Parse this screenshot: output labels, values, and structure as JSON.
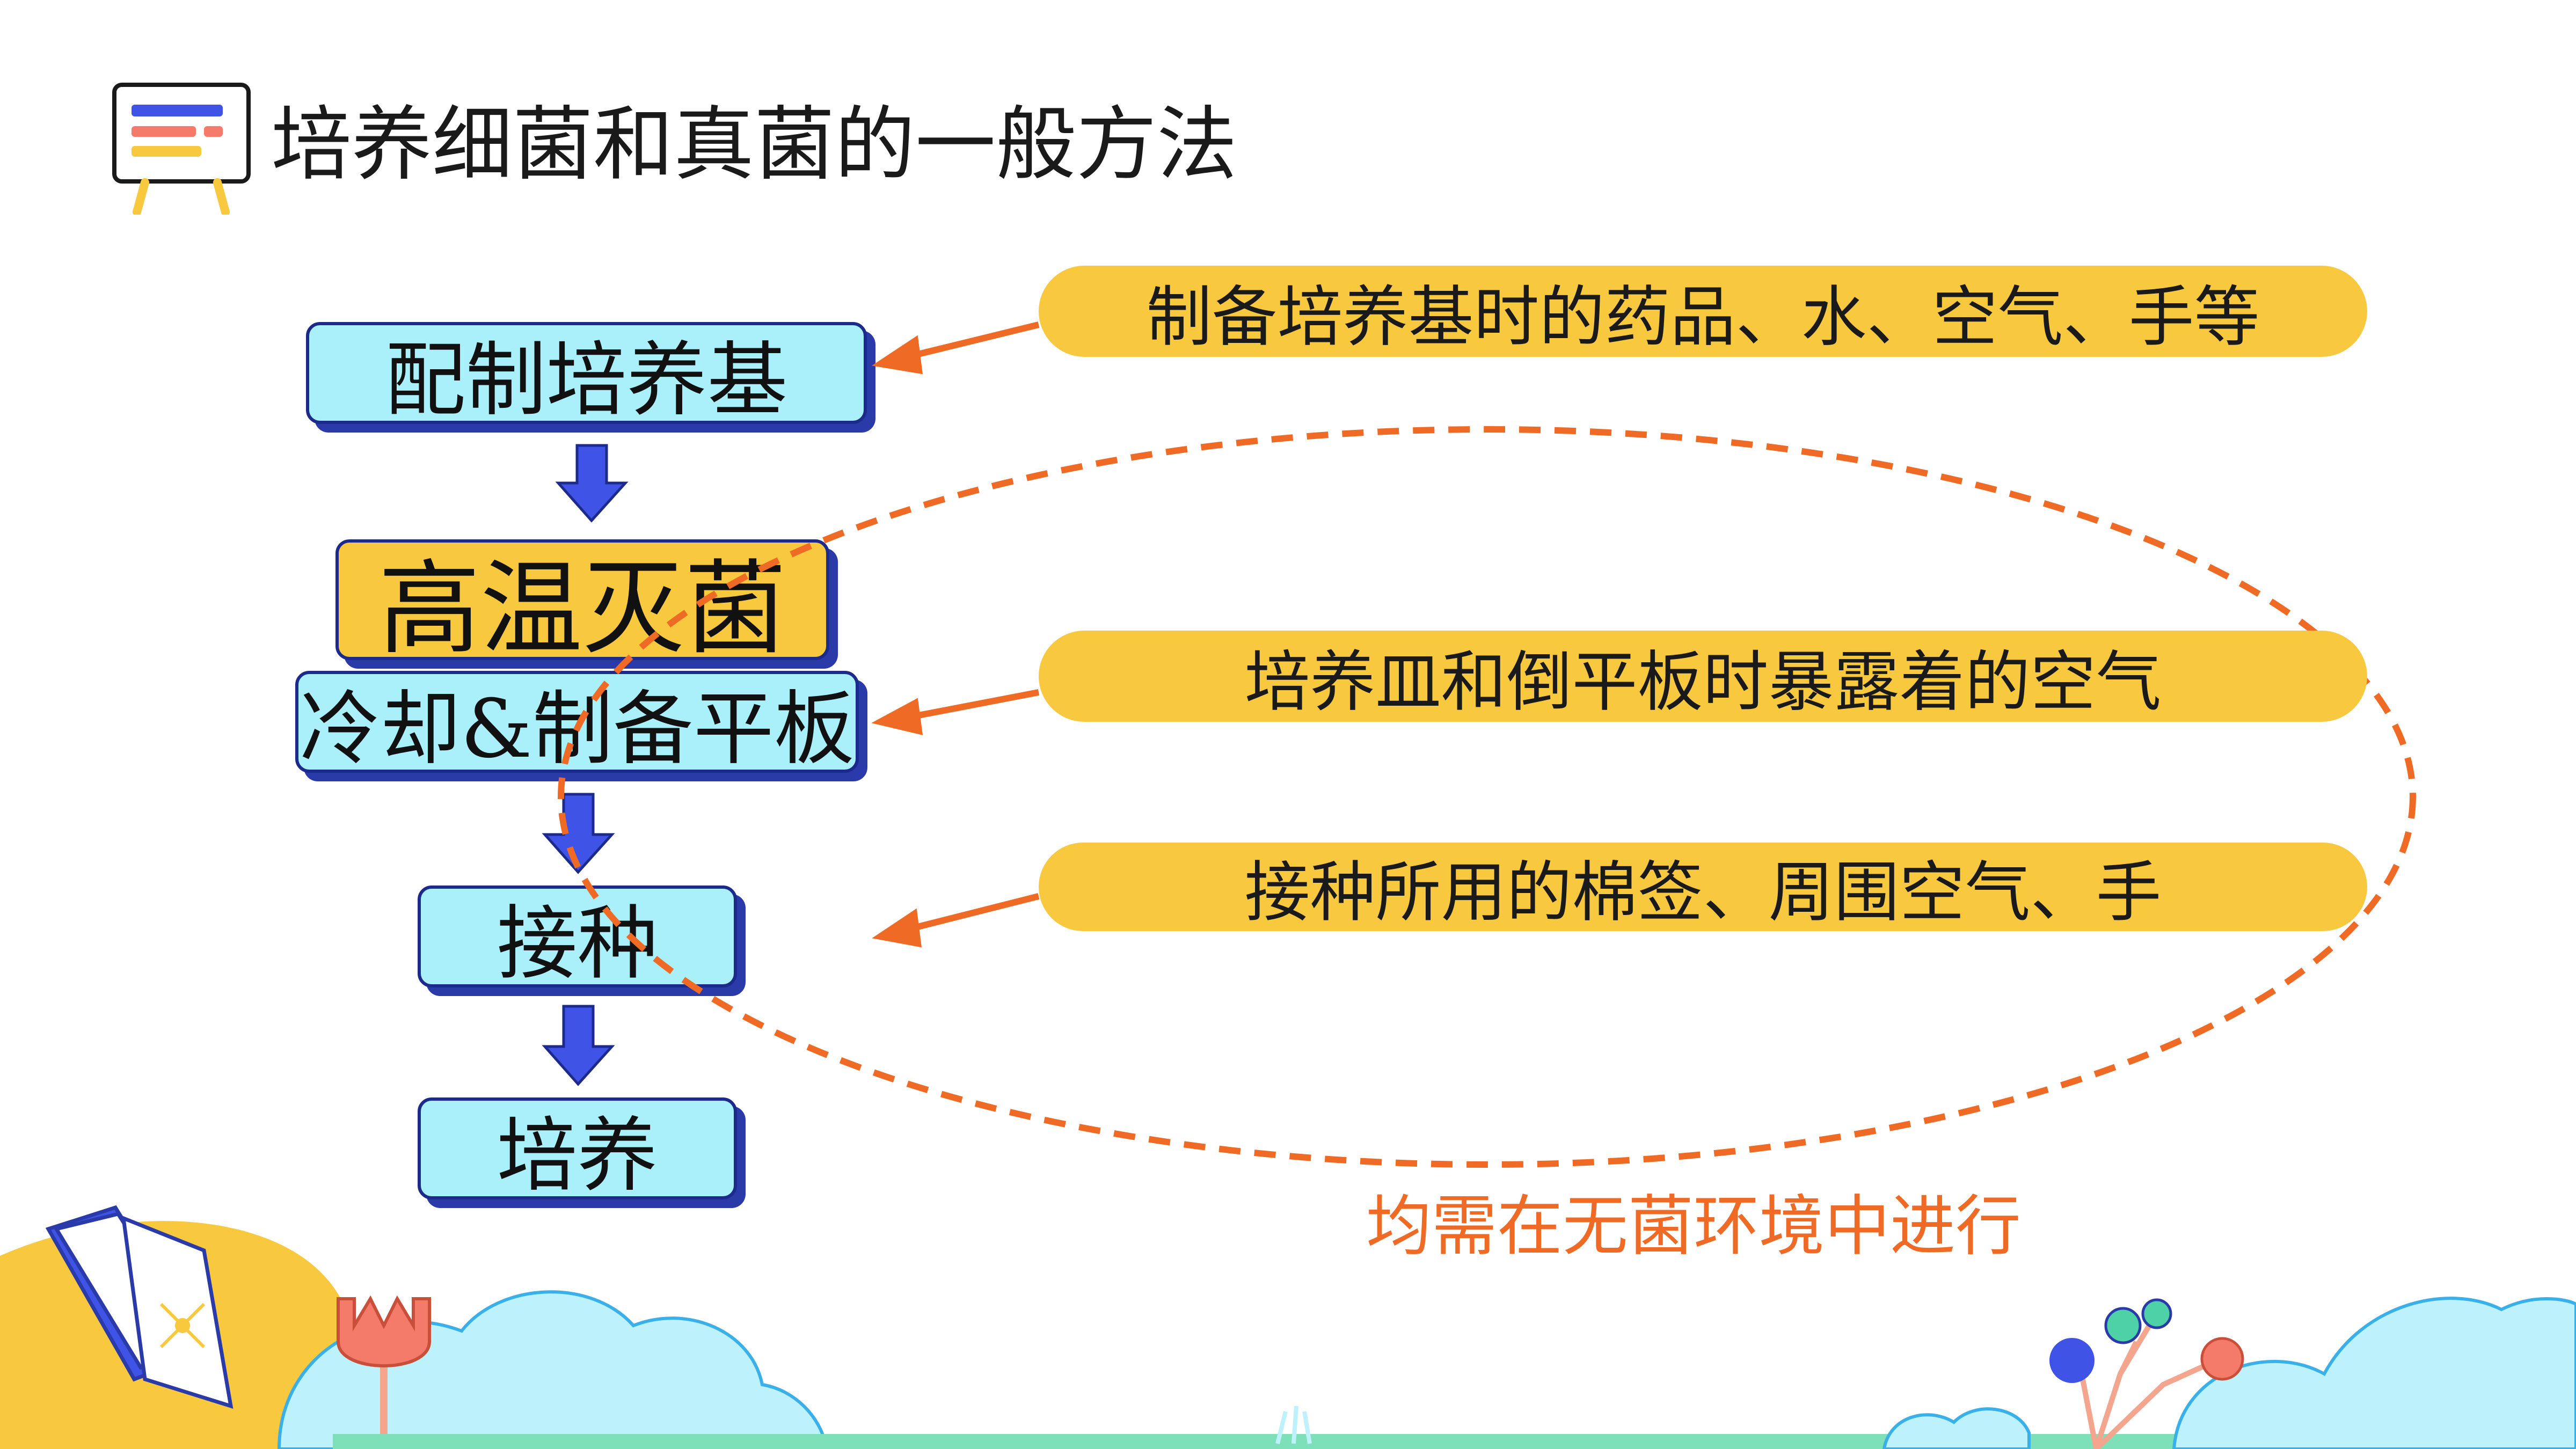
{
  "title": "培养细菌和真菌的一般方法",
  "steps": {
    "prepare": "配制培养基",
    "sterilize": "高温灭菌",
    "cool": "冷却&制备平板",
    "inoculate": "接种",
    "culture": "培养"
  },
  "notes": {
    "medium": "制备培养基时的药品、水、空气、手等",
    "plate": "培养皿和倒平板时暴露着的空气",
    "inoculation": "接种所用的棉签、周围空气、手"
  },
  "caption": "均需在无菌环境中进行",
  "colors": {
    "step_fill": "#a9f0fb",
    "step_border": "#1c2a8c",
    "highlight": "#f8c93e",
    "arrow_down": "#3f53e6",
    "accent_orange": "#ef6a25",
    "ground_green": "#7ee0b8"
  },
  "icons": {
    "title_icon": "presentation-board-icon"
  }
}
